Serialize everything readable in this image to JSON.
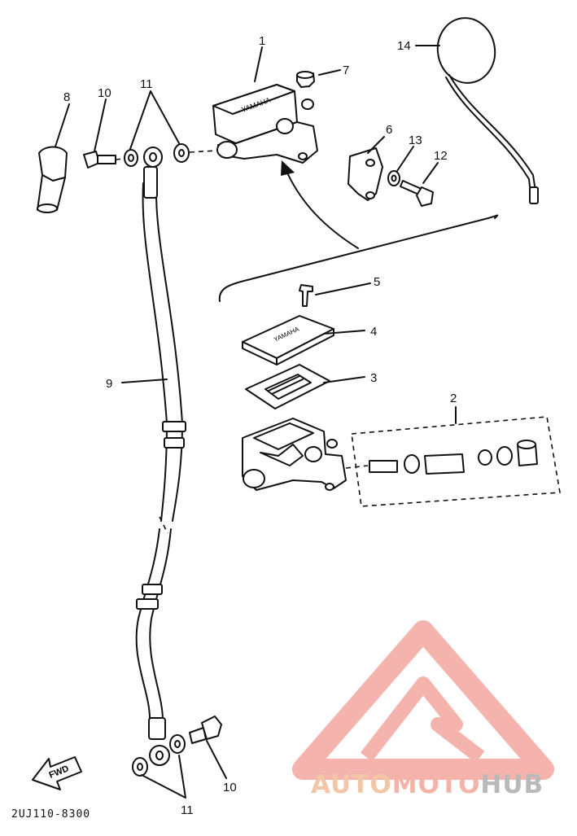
{
  "diagram": {
    "callouts": {
      "c1": "1",
      "c2": "2",
      "c3": "3",
      "c4": "4",
      "c5": "5",
      "c6": "6",
      "c7": "7",
      "c8": "8",
      "c9": "9",
      "c10_top": "10",
      "c10_bottom": "10",
      "c11_top": "11",
      "c11_bottom": "11",
      "c12": "12",
      "c13": "13",
      "c14": "14"
    },
    "reservoir_cap_text": "YAMAHA",
    "diaphragm_cover_text": "YAMAHA",
    "fwd_label": "FWD",
    "drawing_code": "2UJ110-8300"
  },
  "watermark": {
    "brand_part1": "AUTO",
    "brand_part2": "MOTO",
    "brand_part3": "HUB",
    "colors": {
      "auto": "#f2c7a6",
      "moto": "#f5b2a8",
      "hub": "#b9b9b9",
      "triangle": "#f4a6a0"
    }
  }
}
